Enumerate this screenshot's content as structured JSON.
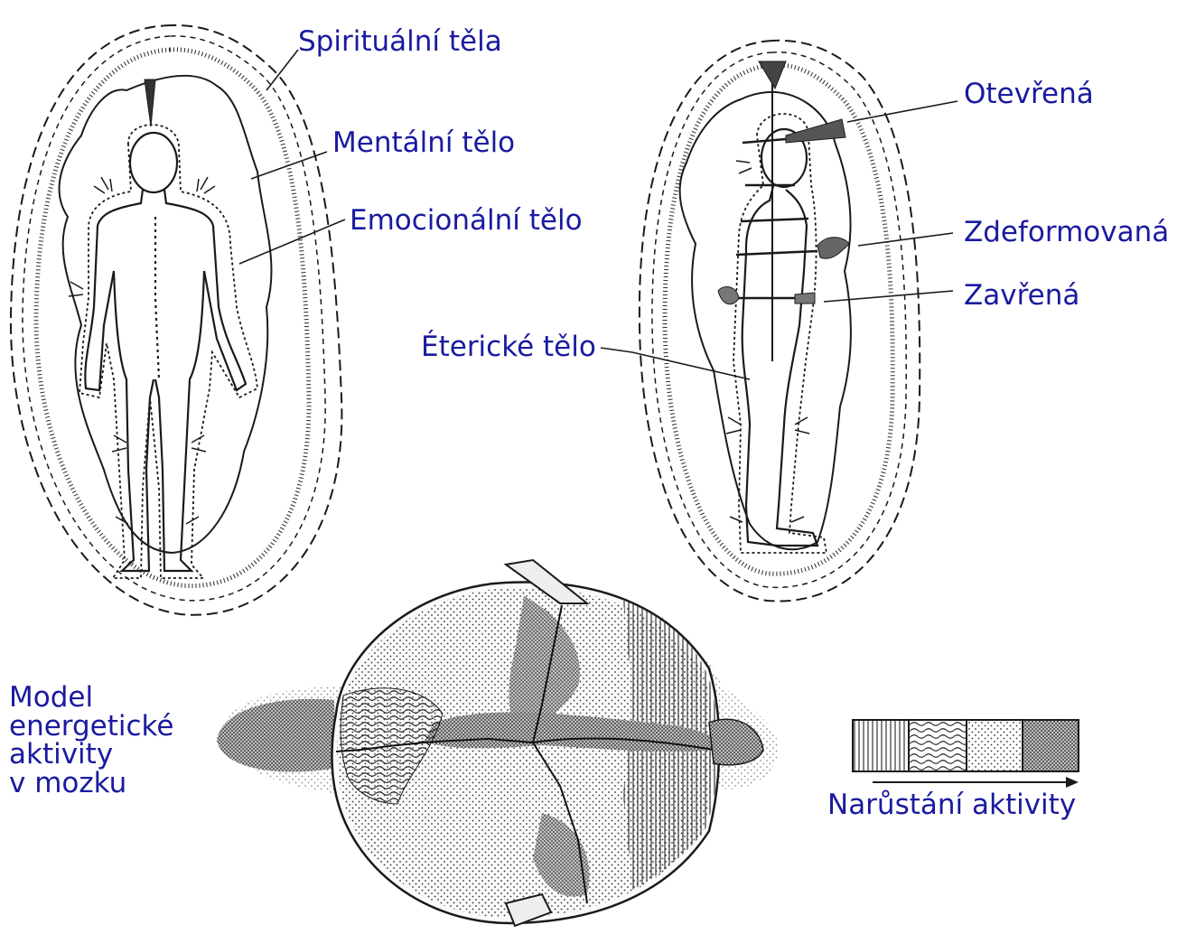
{
  "labels": {
    "spiritual": "Spirituální těla",
    "mental": "Mentální tělo",
    "emotional": "Emocionální tělo",
    "etheric": "Éterické tělo",
    "open": "Otevřená",
    "deformed": "Zdeformovaná",
    "closed": "Zavřená"
  },
  "caption": [
    "Model",
    "energetické",
    "aktivity",
    "v mozku"
  ],
  "legend": {
    "label": "Narůstání aktivity",
    "swatches": [
      "vertical-lines",
      "waves",
      "dots",
      "dense-stipple"
    ]
  },
  "colors": {
    "label_text": "#1a1aa0",
    "ink": "#1a1a1a"
  }
}
